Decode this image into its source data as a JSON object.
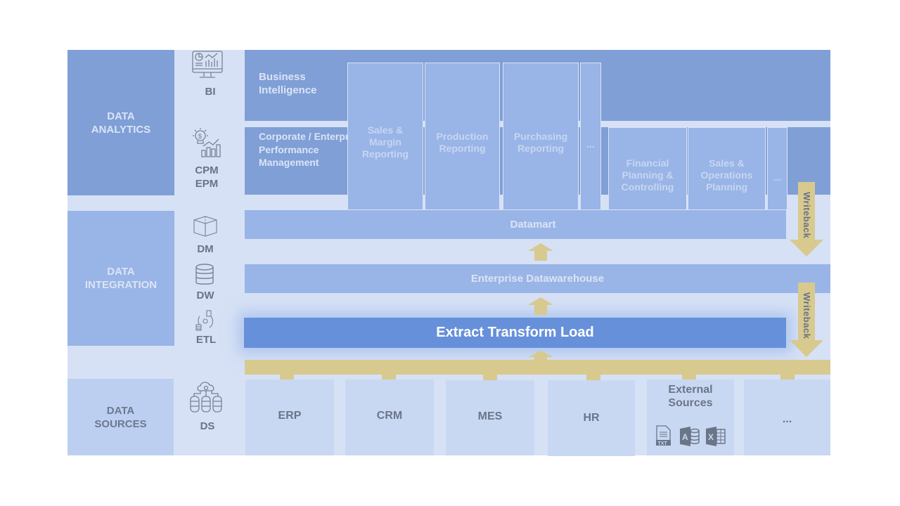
{
  "layers": {
    "analytics": {
      "label": "DATA\nANALYTICS",
      "color": "#7f9fd6"
    },
    "integration": {
      "label": "DATA\nINTEGRATION",
      "color": "#99b4e6"
    },
    "sources": {
      "label": "DATA\nSOURCES",
      "color": "#bccff0"
    }
  },
  "icons": [
    {
      "name": "bi-dashboard-icon",
      "label": "BI"
    },
    {
      "name": "cpm-lightbulb-chart-icon",
      "label": "CPM\nEPM"
    },
    {
      "name": "datamart-cube-icon",
      "label": "DM"
    },
    {
      "name": "datawarehouse-database-icon",
      "label": "DW"
    },
    {
      "name": "etl-cycle-icon",
      "label": "ETL"
    },
    {
      "name": "data-sources-cloud-icon",
      "label": "DS"
    }
  ],
  "analytics": {
    "bi_band": "Business\nIntelligence",
    "cpm_band": "Corporate / Enterprise\nPerformance\nManagement",
    "reporting_columns": [
      "Sales &\nMargin\nReporting",
      "Production\nReporting",
      "Purchasing\nReporting",
      "..."
    ],
    "planning_columns": [
      "Financial\nPlanning  &\nControlling",
      "Sales &\nOperations\nPlanning",
      "..."
    ]
  },
  "integration": {
    "datamart": "Datamart",
    "edw": "Enterprise Datawarehouse",
    "etl": "Extract Transform Load",
    "writeback_1": "Writeback",
    "writeback_2": "Writeback"
  },
  "sources": {
    "items": [
      "ERP",
      "CRM",
      "MES",
      "HR",
      "External\nSources",
      "..."
    ],
    "external_file_icons": [
      "txt-file-icon",
      "access-database-icon",
      "excel-file-icon"
    ]
  },
  "colors": {
    "background": "#d6e1f5",
    "etl": "#6690da",
    "flow_arrow": "#d8c98f"
  }
}
